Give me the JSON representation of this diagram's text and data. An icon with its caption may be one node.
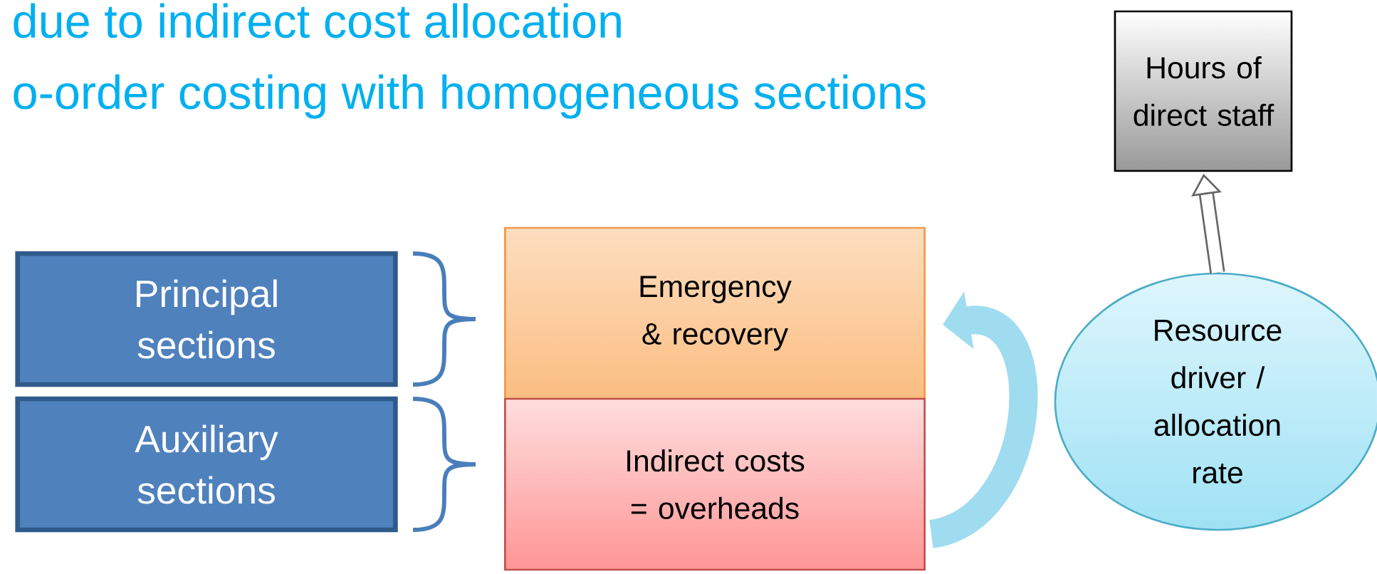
{
  "diagram": {
    "nodes": [
      {
        "text": [
          "Principal sections"
        ]
      },
      {
        "text": [
          "Auxiliary sections"
        ]
      },
      {
        "text": [
          "Emergency & recovery"
        ]
      },
      {
        "text": [
          "Indirect costs = overheads"
        ]
      },
      {
        "text": [
          "Hours of direct staff"
        ]
      },
      {
        "text": [
          "Resource driver / allocation rate"
        ]
      }
    ],
    "edges": [
      {
        "from": 5,
        "to": 4,
        "arrow": "to"
      },
      {
        "from": 3,
        "to": 2,
        "arrow": "to",
        "style": "thick",
        "color": "#9fdcf0"
      }
    ],
    "labels": [
      "due to indirect cost allocation",
      "o-order costing with homogeneous sections"
    ]
  }
}
